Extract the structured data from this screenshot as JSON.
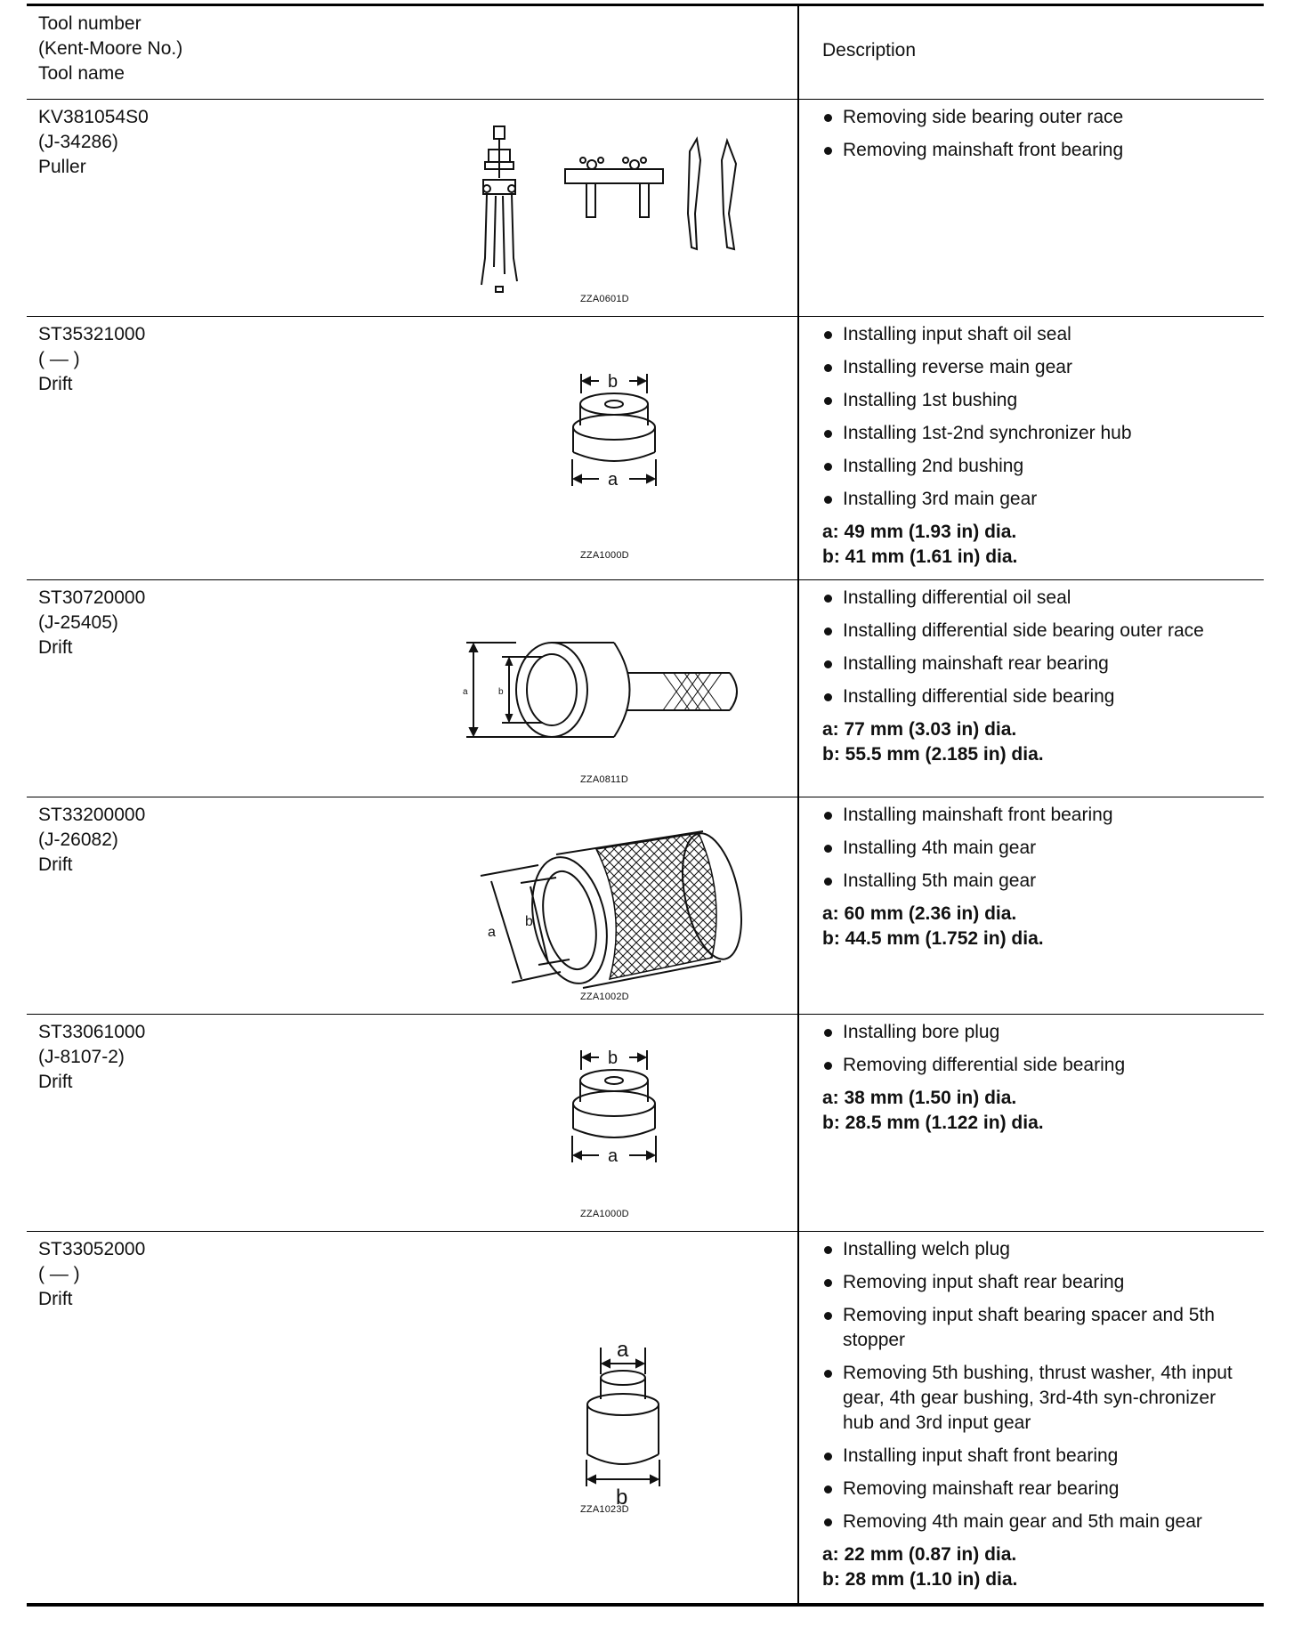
{
  "header": {
    "col1": [
      "Tool number",
      "(Kent-Moore No.)",
      "Tool name"
    ],
    "col2": "Description"
  },
  "rows": [
    {
      "tool_number": "KV381054S0",
      "kent_moore": "(J-34286)",
      "tool_name": "Puller",
      "image_code": "ZZA0601D",
      "items": [
        "Removing side bearing outer race",
        "Removing mainshaft front bearing"
      ],
      "dims": []
    },
    {
      "tool_number": "ST35321000",
      "kent_moore": "(   —   )",
      "tool_name": "Drift",
      "image_code": "ZZA1000D",
      "items": [
        "Installing input shaft oil seal",
        "Installing reverse main gear",
        "Installing 1st bushing",
        "Installing 1st-2nd synchronizer hub",
        "Installing 2nd bushing",
        "Installing 3rd main gear"
      ],
      "dims": [
        "a: 49 mm (1.93 in) dia.",
        "b: 41 mm (1.61 in) dia."
      ]
    },
    {
      "tool_number": "ST30720000",
      "kent_moore": "(J-25405)",
      "tool_name": "Drift",
      "image_code": "ZZA0811D",
      "items": [
        "Installing differential oil seal",
        "Installing differential side bearing outer race",
        "Installing mainshaft rear bearing",
        "Installing differential side bearing"
      ],
      "dims": [
        "a: 77 mm (3.03 in) dia.",
        "b: 55.5 mm (2.185 in) dia."
      ]
    },
    {
      "tool_number": "ST33200000",
      "kent_moore": "(J-26082)",
      "tool_name": "Drift",
      "image_code": "ZZA1002D",
      "items": [
        "Installing mainshaft front bearing",
        "Installing 4th main gear",
        "Installing 5th main gear"
      ],
      "dims": [
        "a: 60 mm (2.36 in) dia.",
        "b: 44.5 mm (1.752 in) dia."
      ]
    },
    {
      "tool_number": "ST33061000",
      "kent_moore": "(J-8107-2)",
      "tool_name": "Drift",
      "image_code": "ZZA1000D",
      "items": [
        "Installing bore plug",
        "Removing differential side bearing"
      ],
      "dims": [
        "a: 38 mm (1.50 in) dia.",
        "b: 28.5 mm (1.122 in) dia."
      ]
    },
    {
      "tool_number": "ST33052000",
      "kent_moore": "(   —   )",
      "tool_name": "Drift",
      "image_code": "ZZA1023D",
      "items": [
        "Installing welch plug",
        "Removing input shaft rear bearing",
        "Removing input shaft bearing spacer and 5th stopper",
        "Removing 5th bushing, thrust washer, 4th input gear, 4th gear bushing, 3rd-4th syn-chronizer hub and 3rd input gear",
        "Installing input shaft front bearing",
        "Removing mainshaft rear bearing",
        "Removing 4th main gear and 5th main gear"
      ],
      "dims": [
        "a: 22 mm (0.87 in) dia.",
        "b: 28 mm (1.10 in) dia."
      ]
    }
  ],
  "dimension_letters": {
    "a": "a",
    "b": "b"
  }
}
